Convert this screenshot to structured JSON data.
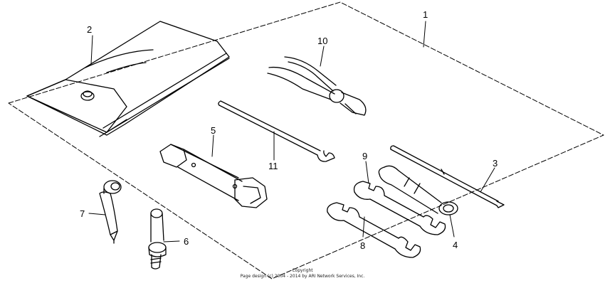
{
  "callouts": {
    "c1": "1",
    "c2": "2",
    "c3": "3",
    "c4": "4",
    "c5": "5",
    "c6": "6",
    "c7": "7",
    "c8": "8",
    "c9": "9",
    "c10": "10",
    "c11": "11"
  },
  "footer": {
    "copyright": "Copyright",
    "design": "Page design (c) 2004 - 2014 by ARI Network Services, Inc."
  }
}
